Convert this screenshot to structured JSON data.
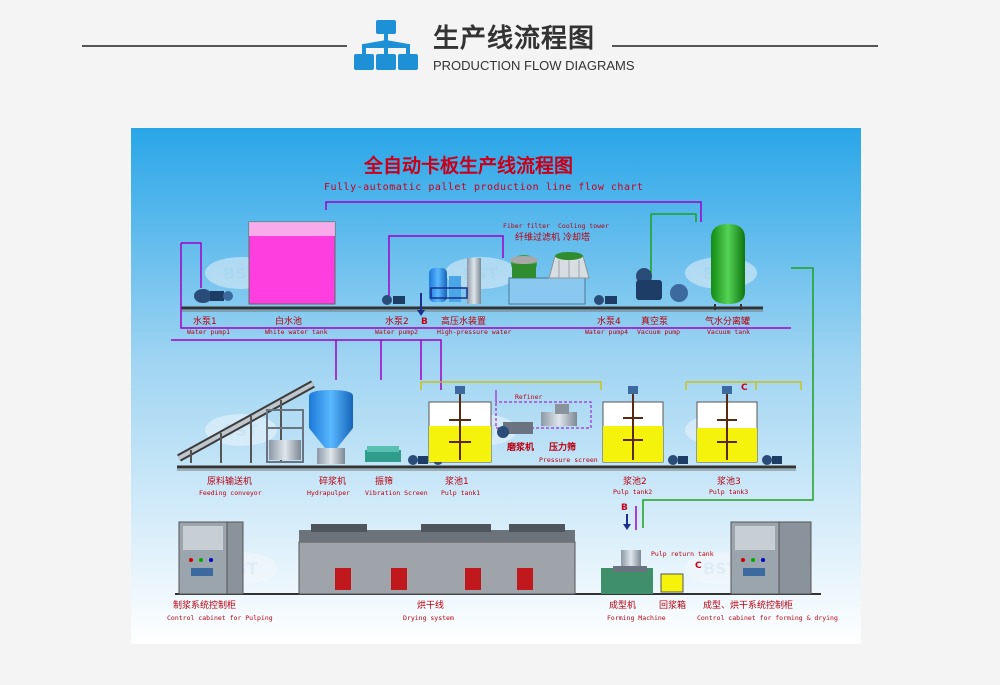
{
  "header": {
    "title_cn": "生产线流程图",
    "title_en": "PRODUCTION FLOW DIAGRAMS"
  },
  "diagram": {
    "title_cn": "全自动卡板生产线流程图",
    "title_en": "Fully-automatic pallet production line flow chart",
    "watermark": "BST",
    "labels": {
      "water_pump1_cn": "水泵1",
      "water_pump1_en": "Water pump1",
      "white_tank_cn": "白水池",
      "white_tank_en": "White water tank",
      "water_pump2_cn": "水泵2",
      "water_pump2_en": "Water pump2",
      "hp_water_cn": "高压水装置",
      "hp_water_en": "High-pressure water",
      "fiber_filter_en": "Fiber filter",
      "fiber_filter_cn": "纤维过滤机",
      "cooling_tower_en": "Cooling tower",
      "cooling_tower_cn": "冷却塔",
      "water_pump4_cn": "水泵4",
      "water_pump4_en": "Water pump4",
      "vacuum_pump_cn": "真空泵",
      "vacuum_pump_en": "Vacuum pump",
      "vacuum_tank_cn": "气水分离罐",
      "vacuum_tank_en": "Vacuum tank",
      "refiner_en": "Refiner",
      "refiner_cn": "磨浆机",
      "pressure_screen_cn": "压力筛",
      "pressure_screen_en": "Pressure screen",
      "feeding_cn": "原料输送机",
      "feeding_en": "Feeding conveyor",
      "hydrapulper_cn": "碎浆机",
      "hydrapulper_en": "Hydrapulper",
      "vibration_cn": "振筛",
      "vibration_en": "Vibration Screen",
      "pulp_tank1_cn": "浆池1",
      "pulp_tank1_en": "Pulp tank1",
      "pulp_tank2_cn": "浆池2",
      "pulp_tank2_en": "Pulp tank2",
      "pulp_tank3_cn": "浆池3",
      "pulp_tank3_en": "Pulp tank3",
      "pulp_return_en": "Pulp return tank",
      "cabinet_pulp_cn": "制浆系统控制柜",
      "cabinet_pulp_en": "Control cabinet for Pulping",
      "drying_cn": "烘干线",
      "drying_en": "Drying system",
      "forming_cn": "成型机",
      "forming_en": "Forming Machine",
      "return_box_cn": "回浆箱",
      "cabinet_form_cn": "成型、烘干系统控制柜",
      "cabinet_form_en": "Control cabinet for forming & drying",
      "tag_b": "B",
      "tag_c": "C"
    }
  },
  "colors": {
    "bg_top": "#2ea9e6",
    "bg_bottom": "#ffffff",
    "white_water": "#ff3ee0",
    "pulp": "#f5f20c",
    "purple_line": "#a000c8",
    "green_line": "#20a020",
    "vacuum_tank": "#2fb32f"
  }
}
